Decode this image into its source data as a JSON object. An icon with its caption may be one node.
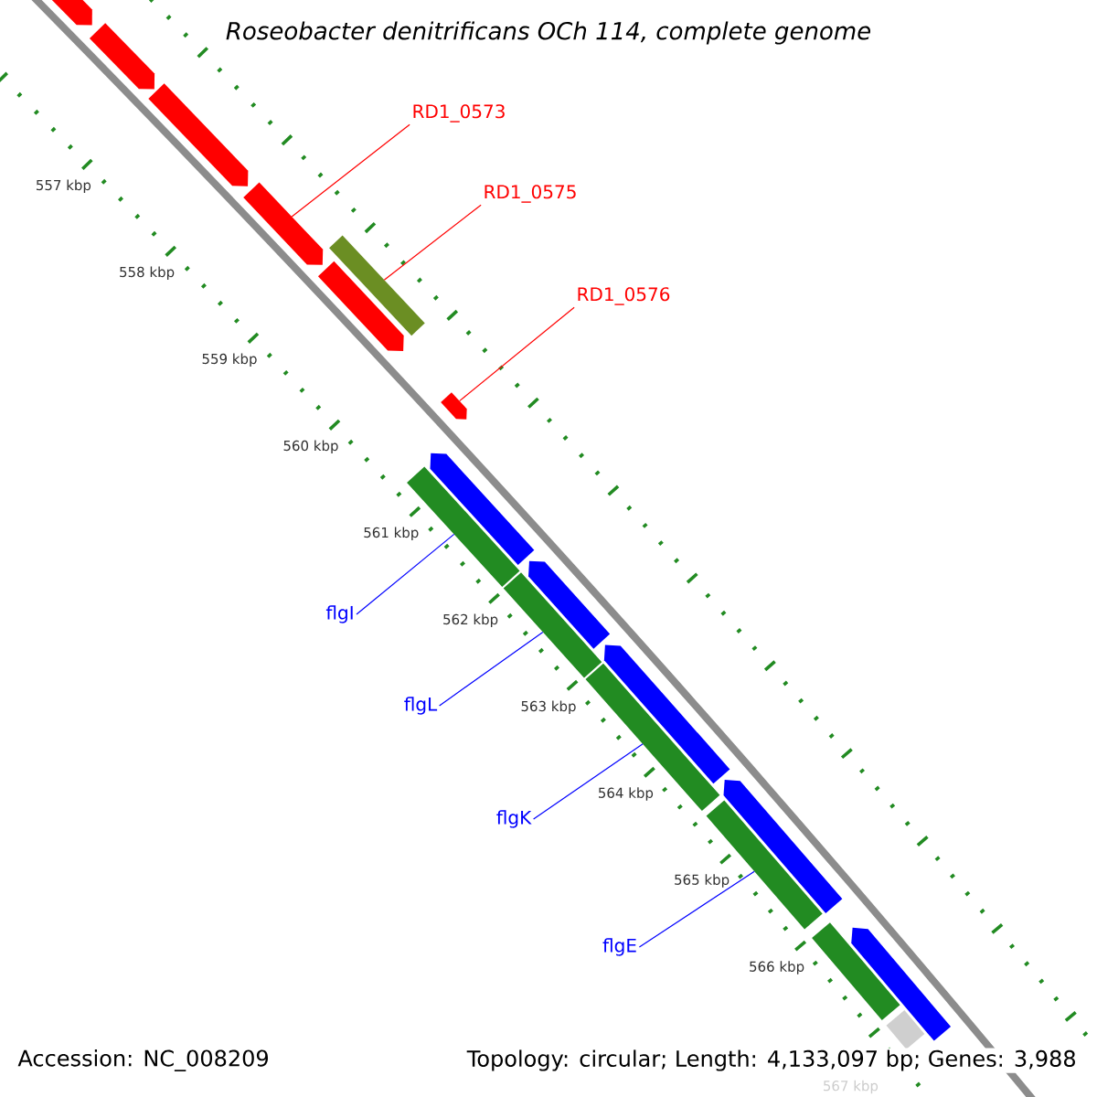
{
  "diagram": {
    "title": "Roseobacter denitrificans OCh 114, complete genome",
    "nodes": [
      {
        "text": [
          "RD1_0573"
        ]
      },
      {
        "text": [],
        "shape": "arrow"
      },
      {
        "text": [
          "RD1_0575"
        ]
      },
      {
        "text": [],
        "shape": "bar"
      },
      {
        "text": [
          "RD1_0576"
        ]
      },
      {
        "text": [],
        "shape": "arrow"
      },
      {
        "text": [
          "flgI"
        ]
      },
      {
        "text": [],
        "shape": "bar"
      },
      {
        "text": [
          "flgL"
        ]
      },
      {
        "text": [],
        "shape": "bar"
      },
      {
        "text": [
          "flgK"
        ]
      },
      {
        "text": [],
        "shape": "bar"
      },
      {
        "text": [
          "flgE"
        ]
      },
      {
        "text": [],
        "shape": "bar"
      },
      {
        "text": [],
        "shape": "arrow"
      },
      {
        "text": [],
        "shape": "arrow"
      },
      {
        "text": [],
        "shape": "arrow"
      },
      {
        "text": [],
        "shape": "arrow"
      },
      {
        "text": [],
        "shape": "arrow"
      },
      {
        "text": [],
        "shape": "arrow"
      },
      {
        "text": [],
        "shape": "arrow"
      },
      {
        "text": [],
        "shape": "arrow"
      },
      {
        "text": [],
        "shape": "arrow"
      },
      {
        "text": [],
        "shape": "bar"
      },
      {
        "text": [],
        "shape": "bar"
      }
    ],
    "edges": [
      {
        "from": 0,
        "to": 1,
        "arrow": "none",
        "color": "#ff0000"
      },
      {
        "from": 2,
        "to": 3,
        "arrow": "none",
        "color": "#ff0000"
      },
      {
        "from": 4,
        "to": 5,
        "arrow": "none",
        "color": "#ff0000"
      },
      {
        "from": 6,
        "to": 7,
        "arrow": "none"
      },
      {
        "from": 8,
        "to": 9,
        "arrow": "none"
      },
      {
        "from": 10,
        "to": 11,
        "arrow": "none"
      },
      {
        "from": 12,
        "to": 13,
        "arrow": "none"
      }
    ],
    "labels": [
      "557 kbp",
      "558 kbp",
      "559 kbp",
      "560 kbp",
      "561 kbp",
      "562 kbp",
      "563 kbp",
      "564 kbp",
      "565 kbp",
      "566 kbp",
      "567 kbp",
      "Accession: NC_008209",
      "Topology: circular; Length: 4,133,097 bp; Genes: 3,988"
    ]
  }
}
